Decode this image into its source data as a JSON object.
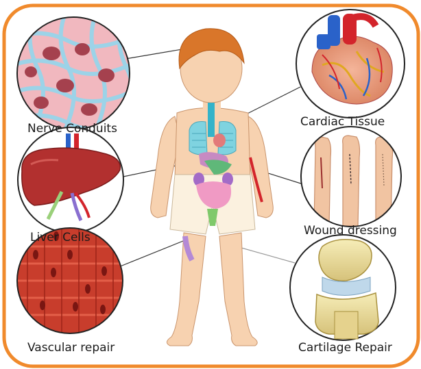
{
  "frame": {
    "border_color": "#f08a2c"
  },
  "labels": {
    "nerve": "Nerve Conduits",
    "cardiac": "Cardiac Tissue",
    "liver": "Liver Cells",
    "wound": "Wound dressing",
    "vascular": "Vascular repair",
    "cartilage": "Cartilage Repair"
  },
  "icons": [
    "nerve-cells-icon",
    "heart-icon",
    "liver-icon",
    "hands-wound-icon",
    "muscle-fibers-icon",
    "knee-joint-icon",
    "child-body-illustration"
  ]
}
